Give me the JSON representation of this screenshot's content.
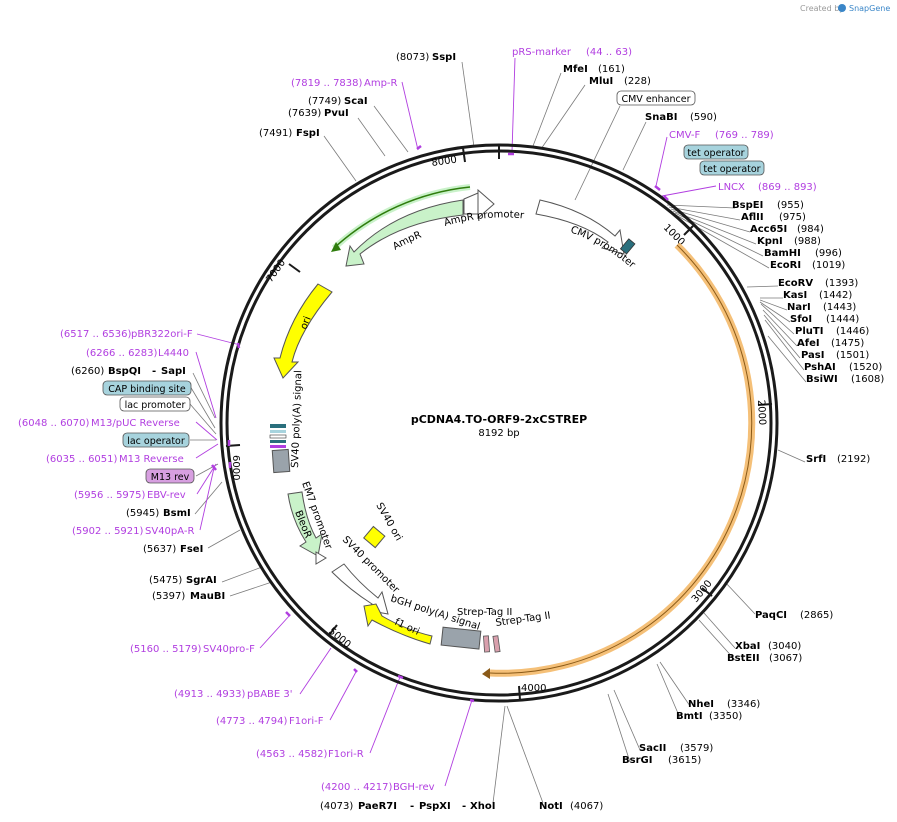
{
  "watermark": {
    "prefix": "Created by",
    "brand": "SnapGene"
  },
  "plasmid": {
    "name": "pCDNA4.TO-ORF9-2xCSTREP",
    "size": "8192 bp",
    "length": 8192
  },
  "ticks": [
    "1000",
    "2000",
    "3000",
    "4000",
    "5000",
    "6000",
    "7000",
    "8000"
  ],
  "sites": [
    {
      "pos": "(8073)",
      "name": "SspI"
    },
    {
      "pos": "(7749)",
      "name": "ScaI"
    },
    {
      "pos": "(7639)",
      "name": "PvuI"
    },
    {
      "pos": "(7491)",
      "name": "FspI"
    },
    {
      "pos": "(161)",
      "name": "MfeI"
    },
    {
      "pos": "(228)",
      "name": "MluI"
    },
    {
      "pos": "(590)",
      "name": "SnaBI"
    },
    {
      "pos": "(955)",
      "name": "BspEI"
    },
    {
      "pos": "(975)",
      "name": "AflII"
    },
    {
      "pos": "(984)",
      "name": "Acc65I"
    },
    {
      "pos": "(988)",
      "name": "KpnI"
    },
    {
      "pos": "(996)",
      "name": "BamHI"
    },
    {
      "pos": "(1019)",
      "name": "EcoRI"
    },
    {
      "pos": "(1393)",
      "name": "EcoRV"
    },
    {
      "pos": "(1442)",
      "name": "KasI"
    },
    {
      "pos": "(1443)",
      "name": "NarI"
    },
    {
      "pos": "(1444)",
      "name": "SfoI"
    },
    {
      "pos": "(1446)",
      "name": "PluTI"
    },
    {
      "pos": "(1475)",
      "name": "AfeI"
    },
    {
      "pos": "(1501)",
      "name": "PasI"
    },
    {
      "pos": "(1520)",
      "name": "PshAI"
    },
    {
      "pos": "(1608)",
      "name": "BsiWI"
    },
    {
      "pos": "(2192)",
      "name": "SrfI"
    },
    {
      "pos": "(2865)",
      "name": "PaqCI"
    },
    {
      "pos": "(3040)",
      "name": "XbaI"
    },
    {
      "pos": "(3067)",
      "name": "BstEII"
    },
    {
      "pos": "(3346)",
      "name": "NheI"
    },
    {
      "pos": "(3350)",
      "name": "BmtI"
    },
    {
      "pos": "(3579)",
      "name": "SacII"
    },
    {
      "pos": "(3615)",
      "name": "BsrGI"
    },
    {
      "pos": "(4067)",
      "name": "NotI"
    },
    {
      "pos": "(4073)",
      "name": "PaeR7I",
      "extra": [
        "PspXI",
        "XhoI"
      ]
    },
    {
      "pos": "(5945)",
      "name": "BsmI"
    },
    {
      "pos": "(5637)",
      "name": "FseI"
    },
    {
      "pos": "(5475)",
      "name": "SgrAI"
    },
    {
      "pos": "(5397)",
      "name": "MauBI"
    },
    {
      "pos": "(6260)",
      "name": "BspQI",
      "extra": [
        "SapI"
      ]
    }
  ],
  "primers": [
    {
      "name": "pRS-marker",
      "range": "(44 .. 63)"
    },
    {
      "name": "Amp-R",
      "range": "(7819 .. 7838)"
    },
    {
      "name": "CMV-F",
      "range": "(769 .. 789)"
    },
    {
      "name": "LNCX",
      "range": "(869 .. 893)"
    },
    {
      "name": "pBR322ori-F",
      "range": "(6517 .. 6536)"
    },
    {
      "name": "L4440",
      "range": "(6266 .. 6283)"
    },
    {
      "name": "M13/pUC Reverse",
      "range": "(6048 .. 6070)"
    },
    {
      "name": "M13 Reverse",
      "range": "(6035 .. 6051)"
    },
    {
      "name": "EBV-rev",
      "range": "(5956 .. 5975)"
    },
    {
      "name": "SV40pA-R",
      "range": "(5902 .. 5921)"
    },
    {
      "name": "SV40pro-F",
      "range": "(5160 .. 5179)"
    },
    {
      "name": "pBABE 3'",
      "range": "(4913 .. 4933)"
    },
    {
      "name": "F1ori-F",
      "range": "(4773 .. 4794)"
    },
    {
      "name": "F1ori-R",
      "range": "(4563 .. 4582)"
    },
    {
      "name": "BGH-rev",
      "range": "(4200 .. 4217)"
    }
  ],
  "features_outside": [
    {
      "name": "CMV enhancer",
      "fill": "#ffffff"
    },
    {
      "name": "tet operator",
      "fill": "#a7d3dd"
    },
    {
      "name": "tet operator",
      "fill": "#a7d3dd"
    },
    {
      "name": "CAP binding site",
      "fill": "#a7d3dd"
    },
    {
      "name": "lac promoter",
      "fill": "#ffffff"
    },
    {
      "name": "lac operator",
      "fill": "#a7d3dd"
    },
    {
      "name": "M13 rev",
      "fill": "#d79fe0"
    }
  ],
  "features_inside": {
    "amp_promoter": "AmpR promoter",
    "ampr": "AmpR",
    "cmv_promoter": "CMV promoter",
    "ori": "ori",
    "sv40_polya": "SV40 poly(A) signal",
    "em7_promoter": "EM7 promoter",
    "bleor": "BleoR",
    "sv40_promoter": "SV40 promoter",
    "sv40_ori": "SV40 ori",
    "bgh_polya": "bGH poly(A) signal",
    "f1_ori": "f1 ori",
    "strep1": "Strep-Tag II",
    "strep2": "Strep-Tag II"
  },
  "colors": {
    "backbone": "#1a1a1a",
    "ampr": "#c9f2c9",
    "ampr_dark": "#2f7d0d",
    "ori": "#ffff00",
    "orf": "#f3b560",
    "primer": "#b13ee0",
    "polya": "#9aa3ab",
    "cmv_marker": "#2a6f7d"
  }
}
